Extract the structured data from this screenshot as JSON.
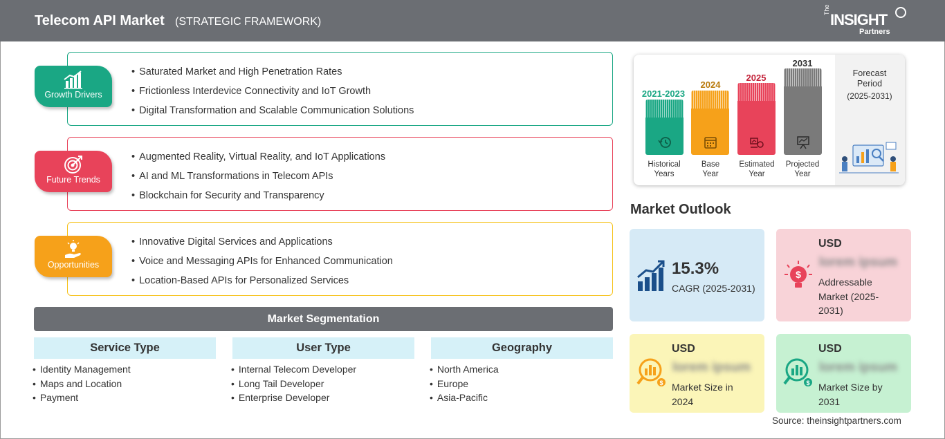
{
  "header": {
    "title": "Telecom API Market",
    "subtitle": "(STRATEGIC FRAMEWORK)"
  },
  "logo": {
    "the": "The",
    "insight": "INSIGHT",
    "partners": "Partners"
  },
  "framework": [
    {
      "label": "Growth Drivers",
      "icon": "growth-chart-icon",
      "color": "#1aa784",
      "items": [
        "Saturated Market and High Penetration Rates",
        "Frictionless Interdevice Connectivity and IoT Growth",
        "Digital Transformation and Scalable Communication Solutions"
      ]
    },
    {
      "label": "Future Trends",
      "icon": "target-icon",
      "color": "#e8435a",
      "items": [
        "Augmented Reality, Virtual Reality, and IoT Applications",
        "AI and ML Transformations in Telecom APIs",
        "Blockchain for Security and Transparency"
      ]
    },
    {
      "label": "Opportunities",
      "icon": "idea-hand-icon",
      "color": "#f6a11a",
      "items": [
        "Innovative Digital Services and Applications",
        "Voice and Messaging APIs for Enhanced Communication",
        "Location-Based APIs for Personalized Services"
      ]
    }
  ],
  "segmentation": {
    "title": "Market Segmentation",
    "columns": [
      {
        "title": "Service Type",
        "items": [
          "Identity Management",
          "Maps and Location",
          "Payment"
        ]
      },
      {
        "title": "User Type",
        "items": [
          "Internal Telecom Developer",
          "Long Tail Developer",
          "Enterprise Developer"
        ]
      },
      {
        "title": "Geography",
        "items": [
          "North America",
          "Europe",
          "Asia-Pacific"
        ]
      }
    ]
  },
  "timeline": {
    "bars": [
      {
        "year": "2021-2023",
        "label": [
          "Historical",
          "Years"
        ],
        "color": "#1aa784",
        "icon": "history-clock-icon"
      },
      {
        "year": "2024",
        "label": [
          "Base",
          "Year"
        ],
        "color": "#f6a11a",
        "icon": "calendar-icon"
      },
      {
        "year": "2025",
        "label": [
          "Estimated",
          "Year"
        ],
        "color": "#e8435a",
        "icon": "estimate-chart-icon"
      },
      {
        "year": "2031",
        "label": [
          "Projected",
          "Year"
        ],
        "color": "#7a7a7a",
        "icon": "projection-board-icon"
      }
    ],
    "forecast_title": [
      "Forecast",
      "Period"
    ],
    "forecast_range": "(2025-2031)"
  },
  "outlook": {
    "title": "Market Outlook",
    "cagr": {
      "value": "15.3%",
      "label": "CAGR (2025-2031)",
      "color": "#d6eaf6"
    },
    "addressable": {
      "usd": "USD",
      "value": "lorem ipsum",
      "label": [
        "Addressable",
        "Market (2025-",
        "2031)"
      ],
      "color": "#f8d3d8"
    },
    "size_2024": {
      "usd": "USD",
      "value": "lorem ipsum",
      "label": [
        "Market Size in",
        "2024"
      ],
      "color": "#fbf5b8"
    },
    "size_2031": {
      "usd": "USD",
      "value": "lorem ipsum",
      "label": [
        "Market Size by",
        "2031"
      ],
      "color": "#c6f1d2"
    }
  },
  "source": "Source: theinsightpartners.com"
}
